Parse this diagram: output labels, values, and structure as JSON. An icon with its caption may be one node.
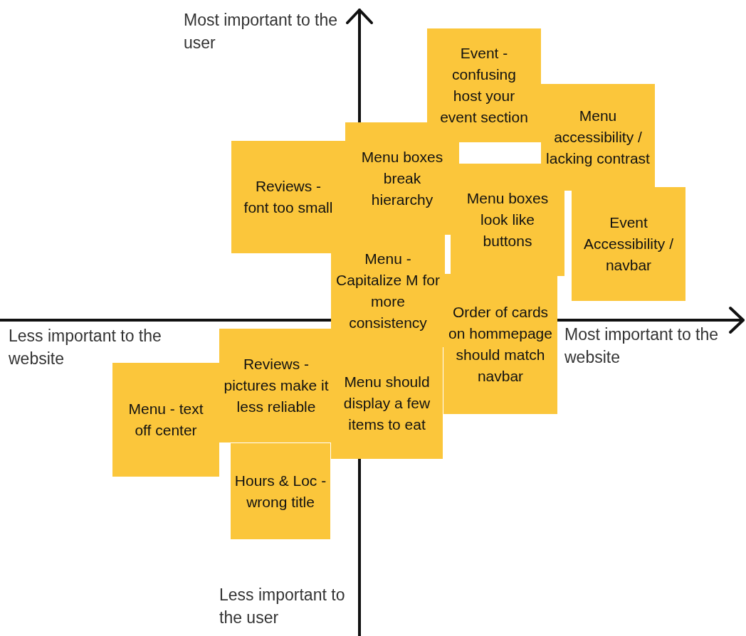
{
  "diagram": {
    "nodes": [
      {
        "text": [
          "Event - confusing host your event section"
        ]
      },
      {
        "text": [
          "Menu accessibility / lacking contrast"
        ]
      },
      {
        "text": [
          "Menu boxes break hierarchy"
        ]
      },
      {
        "text": [
          "Reviews - font too small"
        ]
      },
      {
        "text": [
          "Menu boxes look like buttons"
        ]
      },
      {
        "text": [
          "Event Accessibility / navbar"
        ]
      },
      {
        "text": [
          "Menu - Capitalize M for more consistency"
        ]
      },
      {
        "text": [
          "Order of cards on hommepage should match navbar"
        ]
      },
      {
        "text": [
          "Reviews - pictures make it less reliable"
        ]
      },
      {
        "text": [
          "Menu should display a few items to eat"
        ]
      },
      {
        "text": [
          "Menu - text off center"
        ]
      },
      {
        "text": [
          "Hours & Loc - wrong title"
        ]
      }
    ],
    "edges": [],
    "labels": [
      "Most important to the user",
      "Less important to the website",
      "Most important to the website",
      "Less important to the user"
    ]
  }
}
